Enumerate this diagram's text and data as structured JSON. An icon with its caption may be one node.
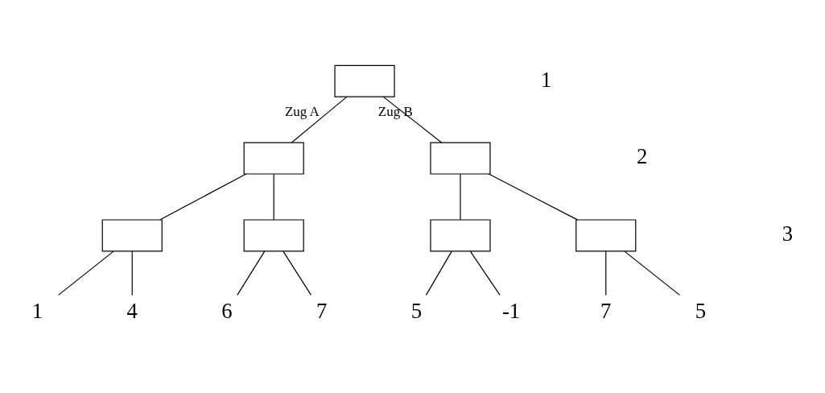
{
  "diagram": {
    "nodes": [
      {
        "text": [],
        "shape": "box"
      },
      {
        "text": [],
        "shape": "box"
      },
      {
        "text": [],
        "shape": "box"
      },
      {
        "text": [],
        "shape": "box"
      },
      {
        "text": [],
        "shape": "box"
      },
      {
        "text": [],
        "shape": "box"
      },
      {
        "text": [],
        "shape": "box"
      },
      {
        "text": [
          "1"
        ]
      },
      {
        "text": [
          "4"
        ]
      },
      {
        "text": [
          "6"
        ]
      },
      {
        "text": [
          "7"
        ]
      },
      {
        "text": [
          "5"
        ]
      },
      {
        "text": [
          "-1"
        ]
      },
      {
        "text": [
          "7"
        ]
      },
      {
        "text": [
          "5"
        ]
      }
    ],
    "edges": [
      {
        "from": 0,
        "to": 1,
        "arrow": "none",
        "label": "Zug A"
      },
      {
        "from": 0,
        "to": 2,
        "arrow": "none",
        "label": "Zug B"
      },
      {
        "from": 1,
        "to": 3,
        "arrow": "none"
      },
      {
        "from": 1,
        "to": 4,
        "arrow": "none"
      },
      {
        "from": 2,
        "to": 5,
        "arrow": "none"
      },
      {
        "from": 2,
        "to": 6,
        "arrow": "none"
      },
      {
        "from": 3,
        "to": 7,
        "arrow": "none"
      },
      {
        "from": 3,
        "to": 8,
        "arrow": "none"
      },
      {
        "from": 4,
        "to": 9,
        "arrow": "none"
      },
      {
        "from": 4,
        "to": 10,
        "arrow": "none"
      },
      {
        "from": 5,
        "to": 11,
        "arrow": "none"
      },
      {
        "from": 5,
        "to": 12,
        "arrow": "none"
      },
      {
        "from": 6,
        "to": 13,
        "arrow": "none"
      },
      {
        "from": 6,
        "to": 14,
        "arrow": "none"
      }
    ],
    "labels": [
      "1",
      "2",
      "3"
    ]
  }
}
